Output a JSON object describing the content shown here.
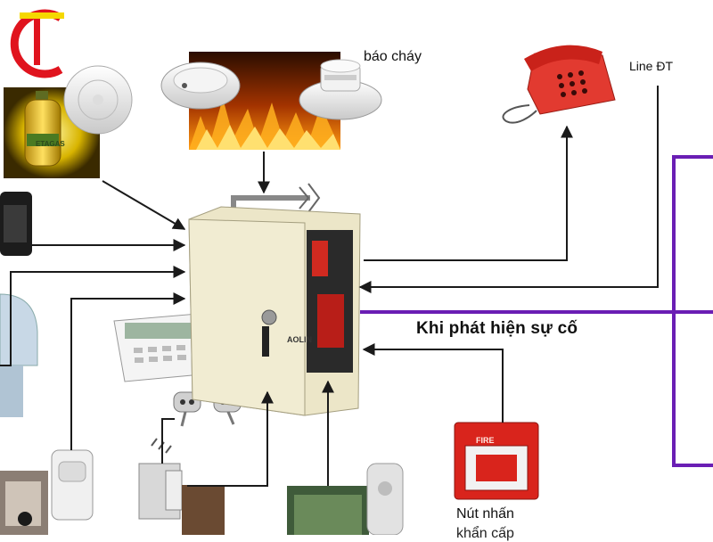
{
  "logo": {
    "name": "company-logo",
    "colors": {
      "red": "#e0141e",
      "yellow": "#f5d800"
    }
  },
  "labels": {
    "smoke_detector": "báo cháy",
    "phone_line": "Line ĐT",
    "alert_banner": "Khi phát hiện sự cố",
    "manual_call_point": "Nút nhấn",
    "manual_call_point_cut": "khẩn cấp"
  },
  "device_text": {
    "fire_button": "FIRE",
    "panel_brand": "AOLIN",
    "gas_cylinder_brand": "ETAGAS"
  },
  "icons": [
    "gas-cylinder-icon",
    "gas-detector-icon",
    "smoke-detector-icon",
    "heat-detector-icon",
    "fire-flames-icon",
    "telephone-icon",
    "beam-sensor-icon",
    "motion-sensor-icon",
    "alarm-panel-icon",
    "keypad-icon",
    "remote-key-icon",
    "door-sensor-icon",
    "siren-icon",
    "fire-button-icon"
  ],
  "colors": {
    "panel": "#ece6c8",
    "wire": "#1a1a1a",
    "purple_line": "#6a1eb4",
    "phone": "#e23a30",
    "fire_button": "#d9241c"
  }
}
